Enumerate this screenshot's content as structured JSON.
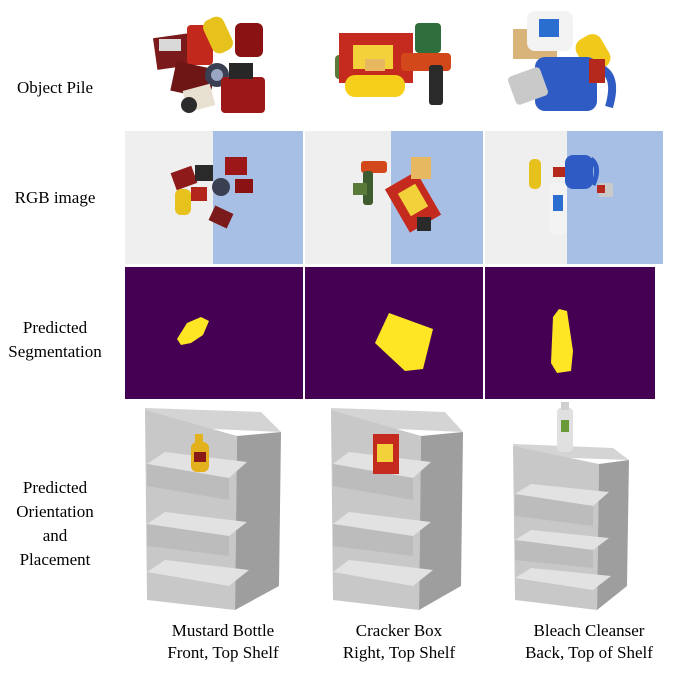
{
  "row_labels": {
    "pile": "Object Pile",
    "rgb": "RGB image",
    "seg_line1": "Predicted",
    "seg_line2": "Segmentation",
    "place_line1": "Predicted",
    "place_line2": "Orientation",
    "place_line3": "and",
    "place_line4": "Placement"
  },
  "columns": [
    {
      "object": "Mustard Bottle",
      "placement": "Front, Top Shelf"
    },
    {
      "object": "Cracker Box",
      "placement": "Right, Top Shelf"
    },
    {
      "object": "Bleach Cleanser",
      "placement": "Back, Top of Shelf"
    }
  ],
  "colors": {
    "segmentation_background": "#440154",
    "segmentation_mask": "#fde725",
    "rgb_table_light": "#efefef",
    "rgb_table_blue": "#a7bfe5",
    "shelf_gray": "#b8b8b8"
  }
}
